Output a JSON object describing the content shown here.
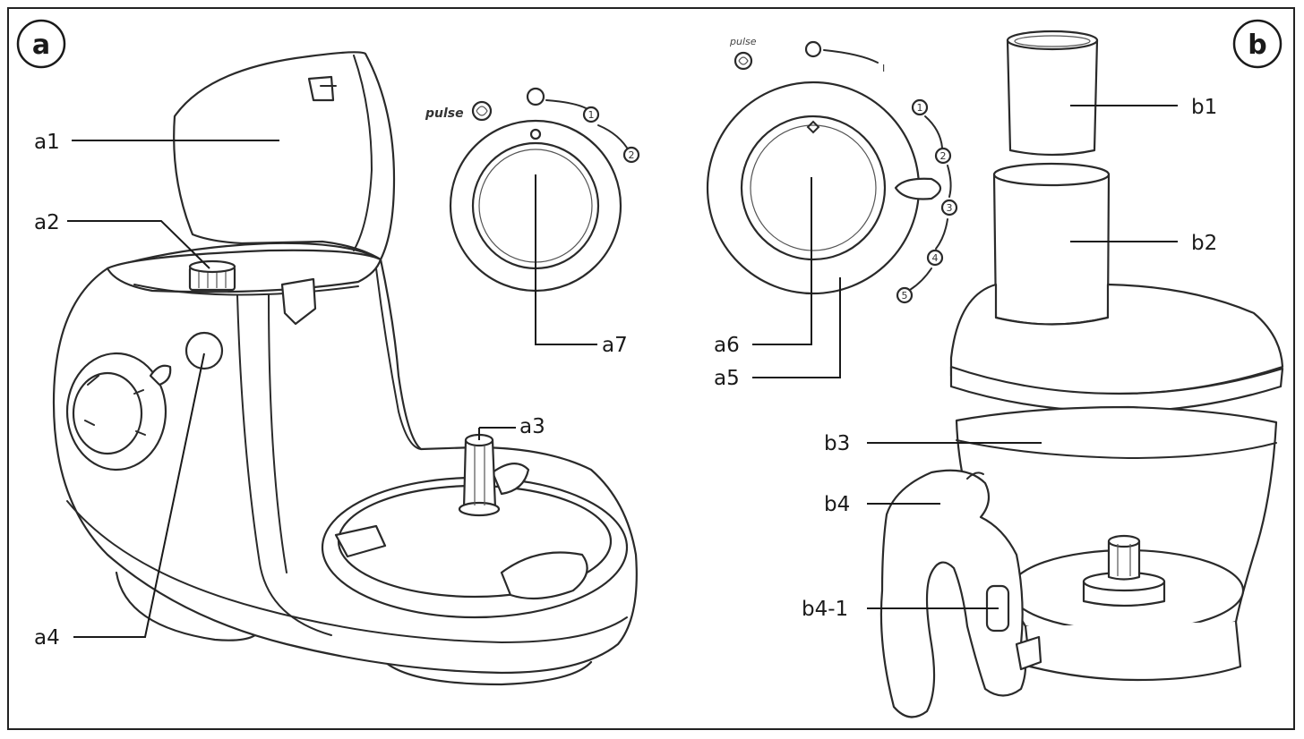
{
  "panels": {
    "a": "a",
    "b": "b"
  },
  "labels": {
    "a1": "a1",
    "a2": "a2",
    "a3": "a3",
    "a4": "a4",
    "a5": "a5",
    "a6": "a6",
    "a7": "a7",
    "b1": "b1",
    "b2": "b2",
    "b3": "b3",
    "b4": "b4",
    "b4_1": "b4-1"
  },
  "dial_a7": {
    "pulse": "pulse",
    "speeds": [
      "1",
      "2"
    ]
  },
  "dial_a5": {
    "pulse": "pulse",
    "off_mark": "I",
    "speeds": [
      "1",
      "2",
      "3",
      "4",
      "5"
    ]
  }
}
